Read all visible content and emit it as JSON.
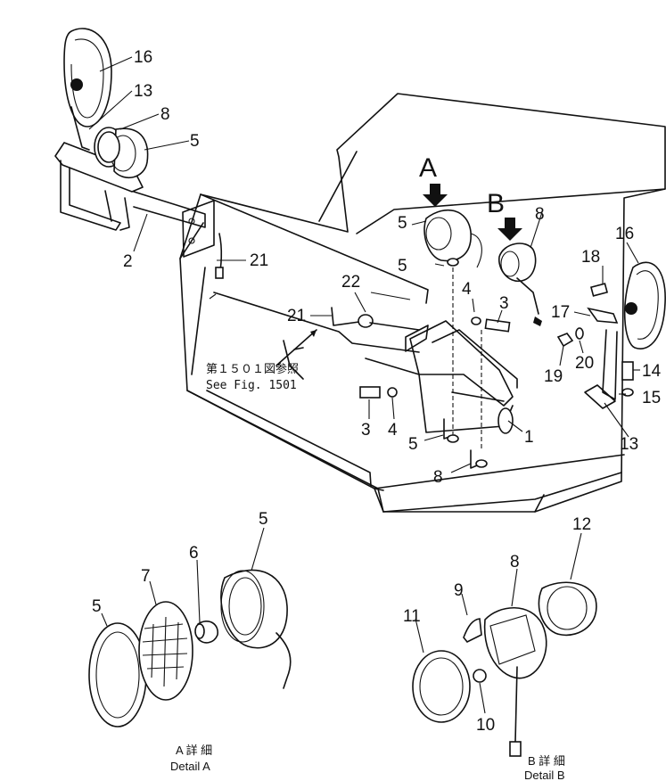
{
  "callouts": {
    "n16a": "16",
    "n13a": "13",
    "n8a": "8",
    "n5a": "5",
    "n2": "2",
    "n21a": "21",
    "n5b": "5",
    "n5c": "5",
    "n8b": "8",
    "n16b": "16",
    "n18": "18",
    "n17": "17",
    "n22": "22",
    "n21b": "21",
    "n4a": "4",
    "n3a": "3",
    "n19": "19",
    "n20": "20",
    "n14": "14",
    "n15": "15",
    "n3b": "3",
    "n4b": "4",
    "n5d": "5",
    "n1": "1",
    "n13b": "13",
    "n8c": "8",
    "n5e": "5",
    "n7": "7",
    "n6": "6",
    "n5f": "5",
    "n12": "12",
    "n8d": "8",
    "n9": "9",
    "n11": "11",
    "n10": "10"
  },
  "view_labels": {
    "a": "A",
    "b": "B"
  },
  "reference_note": {
    "jp": "第１５０１図参照",
    "en": "See Fig. 1501"
  },
  "details": {
    "a": {
      "jp": "A 詳 細",
      "en": "Detail A"
    },
    "b": {
      "jp": "B 詳 細",
      "en": "Detail B"
    }
  }
}
